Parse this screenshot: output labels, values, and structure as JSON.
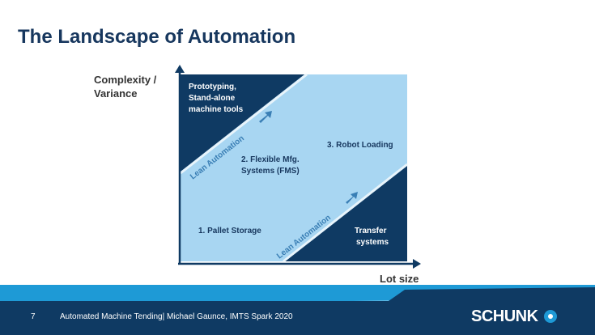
{
  "title": "The Landscape of Automation",
  "axes": {
    "y_label_line1": "Complexity /",
    "y_label_line2": "Variance",
    "x_label": "Lot size"
  },
  "regions": {
    "top_left": [
      "Prototyping,",
      "Stand-alone",
      "machine tools"
    ],
    "fms": [
      "2. Flexible Mfg.",
      "Systems (FMS)"
    ],
    "robot": "3. Robot Loading",
    "pallet": "1. Pallet Storage",
    "bottom_right": [
      "Transfer",
      "systems"
    ],
    "lean_upper": "Lean Automation",
    "lean_lower": "Lean Automation"
  },
  "footer": {
    "page": "7",
    "text": "Automated Machine Tending| Michael Gaunce, IMTS Spark 2020",
    "logo": "SCHUNK"
  },
  "colors": {
    "navy": "#0f3a63",
    "light": "#a8d6f2",
    "accent": "#3a7fb5"
  }
}
